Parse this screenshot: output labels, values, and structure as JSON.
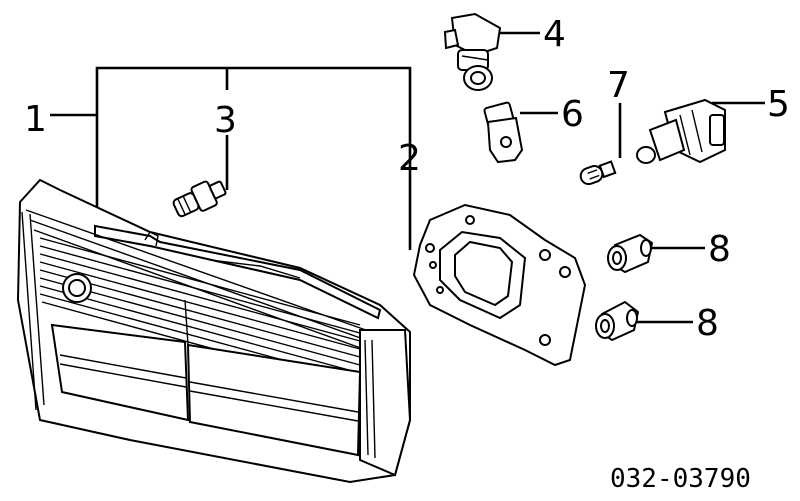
{
  "diagram": {
    "callouts": [
      "1",
      "2",
      "3",
      "4",
      "5",
      "6",
      "7",
      "8",
      "8"
    ],
    "part_code": "032-03790"
  }
}
